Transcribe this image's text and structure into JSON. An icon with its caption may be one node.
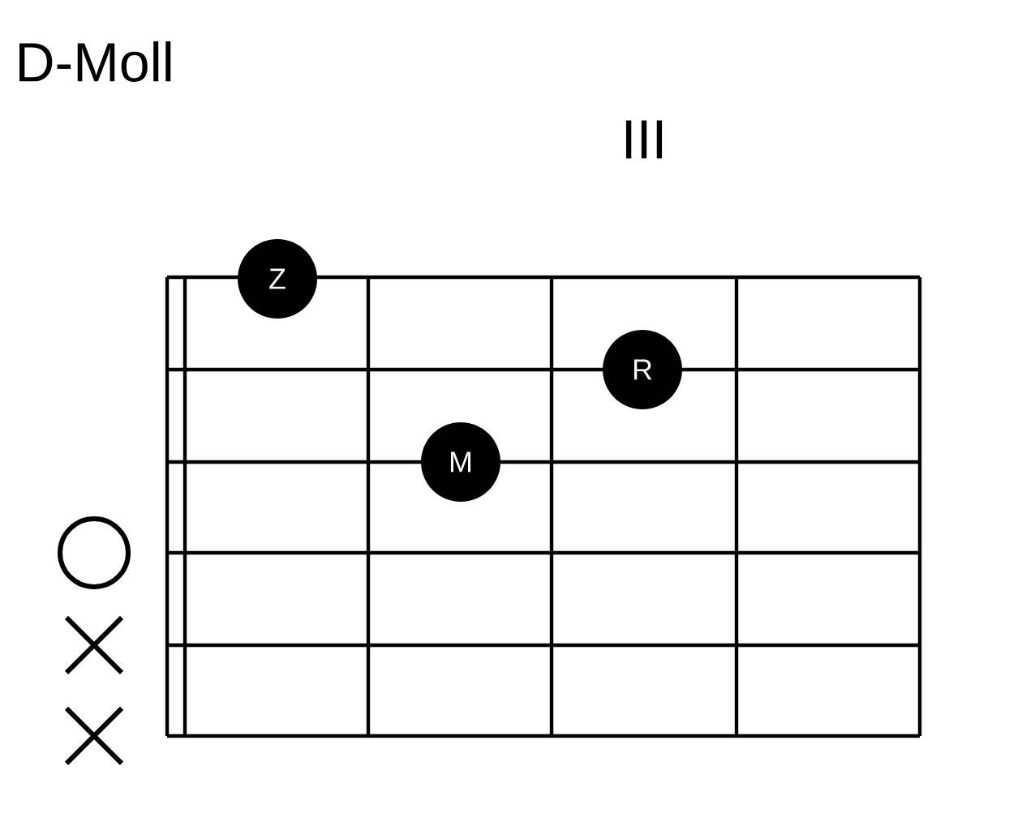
{
  "diagram": {
    "title": "D-Moll",
    "nodes": [
      {
        "text": [
          "Z"
        ]
      },
      {
        "text": [
          "R"
        ]
      },
      {
        "text": [
          "M"
        ]
      }
    ],
    "labels": [
      "III"
    ]
  }
}
